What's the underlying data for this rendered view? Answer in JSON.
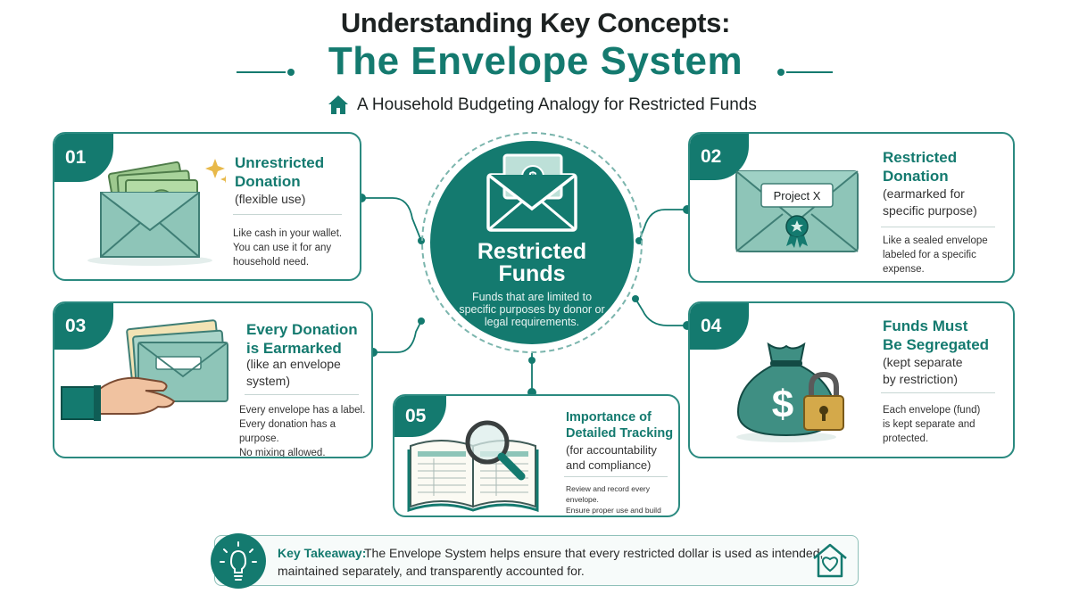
{
  "header": {
    "title": "Understanding Key Concepts:",
    "headline": "The Envelope System",
    "subtitle": "A Household Budgeting Analogy for Restricted Funds"
  },
  "center": {
    "title_line1": "Restricted",
    "title_line2": "Funds",
    "description": "Funds that are limited to specific purposes by donor or legal requirements."
  },
  "cards": [
    {
      "number": "01",
      "title_lines": [
        "Unrestricted",
        "Donation"
      ],
      "sub_lines": [
        "(flexible use)"
      ],
      "desc_lines": [
        "Like cash in your wallet.",
        "You can use it for any",
        "household need."
      ]
    },
    {
      "number": "02",
      "title_lines": [
        "Restricted",
        "Donation"
      ],
      "sub_lines": [
        "(earmarked for",
        "specific purpose)"
      ],
      "desc_lines": [
        "Like a sealed envelope",
        "labeled for a specific",
        "expense."
      ],
      "envelope_label": "Project X"
    },
    {
      "number": "03",
      "title_lines": [
        "Every Donation",
        "is Earmarked"
      ],
      "sub_lines": [
        "(like an envelope",
        "system)"
      ],
      "desc_lines": [
        "Every envelope has a label.",
        "Every donation has a purpose.",
        "No mixing allowed."
      ]
    },
    {
      "number": "04",
      "title_lines": [
        "Funds Must",
        "Be Segregated"
      ],
      "sub_lines": [
        "(kept separate",
        "by restriction)"
      ],
      "desc_lines": [
        "Each envelope (fund)",
        "is kept separate and",
        "protected."
      ]
    },
    {
      "number": "05",
      "title_lines": [
        "Importance of",
        "Detailed Tracking"
      ],
      "sub_lines": [
        "(for accountability",
        "and compliance)"
      ],
      "desc_lines": [
        "Review and record every envelope.",
        "Ensure proper use and build trust."
      ]
    }
  ],
  "takeaway": {
    "label": "Key Takeaway:",
    "text_line1": "The Envelope System helps ensure that every restricted dollar is used as intended,",
    "text_line2": "maintained separately, and transparently accounted for."
  },
  "icons": {
    "home": "home-icon",
    "bulb": "lightbulb-icon",
    "house_heart": "house-heart-icon"
  },
  "colors": {
    "primary": "#147a6f",
    "light_teal": "#8ec5b8",
    "money_green": "#8fbf89",
    "gold": "#d4a94a"
  }
}
